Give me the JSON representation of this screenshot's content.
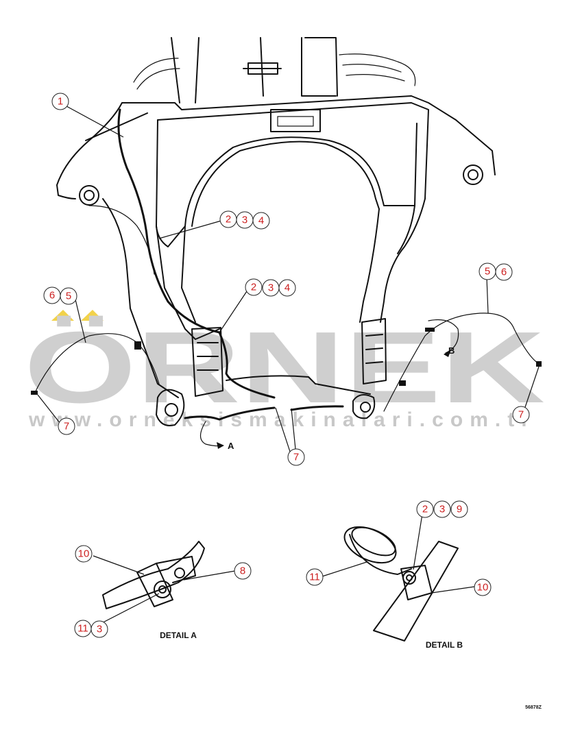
{
  "watermark": {
    "brand": "ÖRNEK",
    "url": "www.orneksismakinalari.com.tr",
    "accent_color": "#f2d24a",
    "text_color": "#cfcfcf"
  },
  "detail_labels": {
    "detail_a": "DETAIL A",
    "detail_b": "DETAIL B",
    "view_a": "A",
    "view_b": "B"
  },
  "drawing_code": "56878Z",
  "callouts": {
    "c1": "1",
    "c2": "2",
    "c3": "3",
    "c4": "4",
    "c5": "2",
    "c6": "3",
    "c7": "4",
    "c8": "6",
    "c9": "5",
    "c10": "5",
    "c11": "6",
    "c12": "7",
    "c13": "7",
    "c14": "7",
    "c15": "2",
    "c16": "3",
    "c17": "9",
    "c18": "10",
    "c19": "8",
    "c20": "11",
    "c21": "3",
    "c22": "11",
    "c23": "10"
  }
}
